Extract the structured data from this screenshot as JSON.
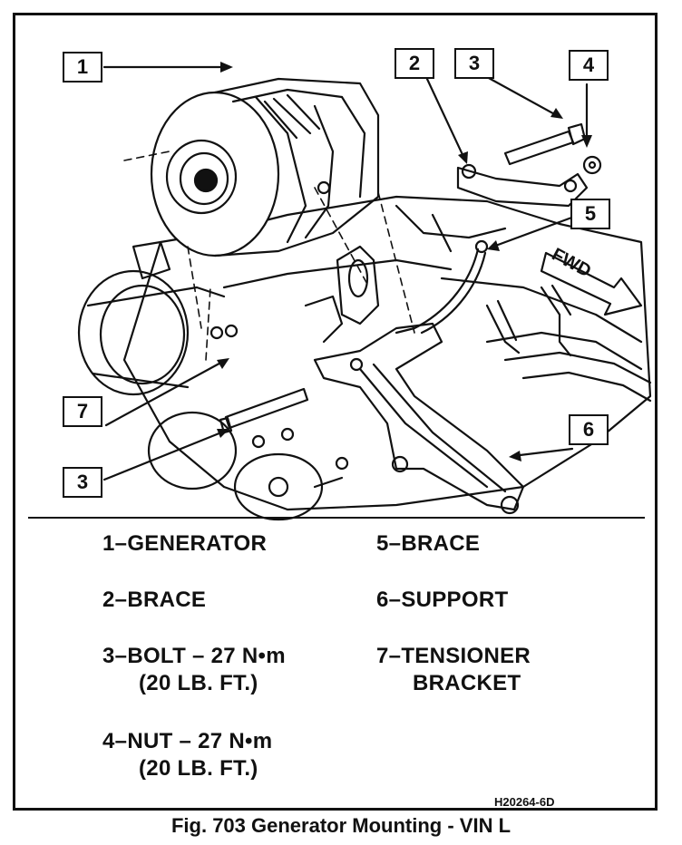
{
  "callouts": [
    "1",
    "2",
    "3",
    "4",
    "5",
    "6",
    "7",
    "3"
  ],
  "direction_label": "FWD",
  "legend": [
    {
      "num": "1",
      "text": "GENERATOR",
      "sub": ""
    },
    {
      "num": "2",
      "text": "BRACE",
      "sub": ""
    },
    {
      "num": "3",
      "text": "BOLT – 27 N•m",
      "sub": "(20 LB. FT.)"
    },
    {
      "num": "4",
      "text": "NUT – 27 N•m",
      "sub": "(20 LB. FT.)"
    },
    {
      "num": "5",
      "text": "BRACE",
      "sub": ""
    },
    {
      "num": "6",
      "text": "SUPPORT",
      "sub": ""
    },
    {
      "num": "7",
      "text": "TENSIONER",
      "sub": "BRACKET"
    }
  ],
  "figure_code": "H20264-6D",
  "caption": "Fig. 703 Generator Mounting - VIN L"
}
